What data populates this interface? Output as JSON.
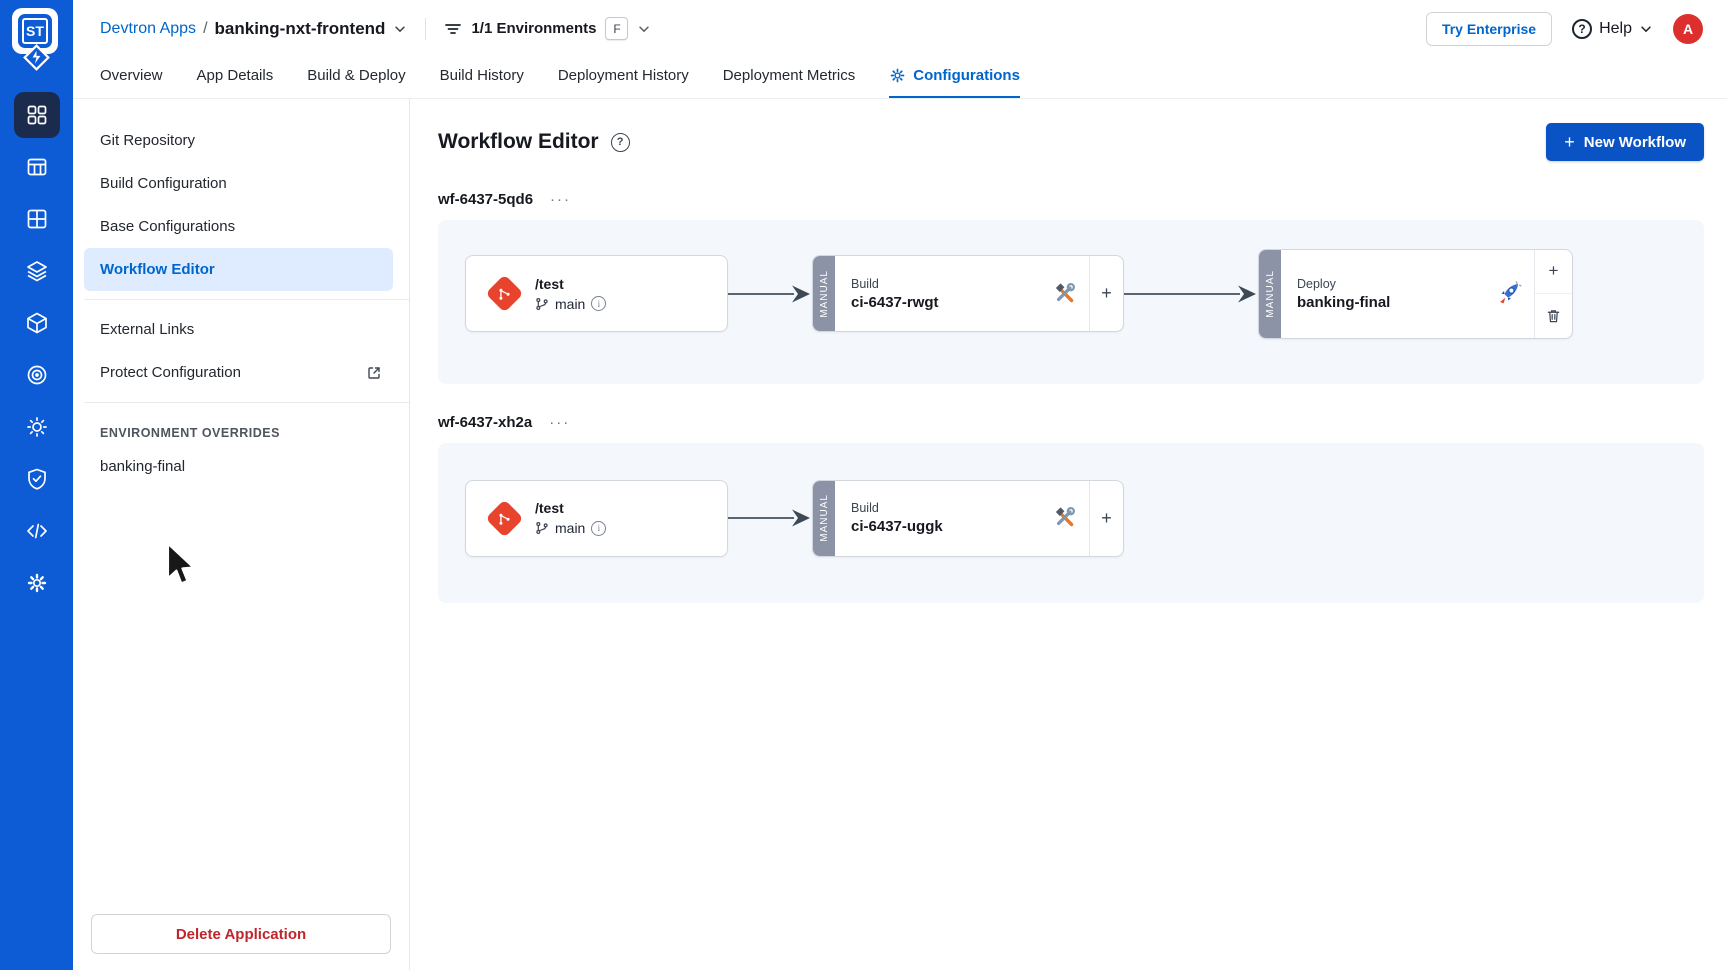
{
  "brand": {
    "logo_text": "ST"
  },
  "misc": {
    "question_glyph": "?"
  },
  "header": {
    "breadcrumb_root": "Devtron Apps",
    "breadcrumb_separator": "/",
    "app_name": "banking-nxt-frontend",
    "environments_label": "1/1 Environments",
    "environments_badge": "F",
    "try_enterprise_label": "Try Enterprise",
    "help_label": "Help",
    "avatar_initial": "A"
  },
  "tabs": {
    "items": [
      {
        "label": "Overview",
        "active": false
      },
      {
        "label": "App Details",
        "active": false
      },
      {
        "label": "Build & Deploy",
        "active": false
      },
      {
        "label": "Build History",
        "active": false
      },
      {
        "label": "Deployment History",
        "active": false
      },
      {
        "label": "Deployment Metrics",
        "active": false
      },
      {
        "label": "Configurations",
        "active": true
      }
    ]
  },
  "sidebar_icons": [
    "apps-grid",
    "jobs-table",
    "application-groups",
    "charts-stack",
    "packages-cube",
    "resource-browser",
    "global-config",
    "security-shield",
    "api-code",
    "settings-gear"
  ],
  "config_nav": {
    "items": [
      {
        "label": "Git Repository",
        "active": false
      },
      {
        "label": "Build Configuration",
        "active": false
      },
      {
        "label": "Base Configurations",
        "active": false
      },
      {
        "label": "Workflow Editor",
        "active": true
      }
    ],
    "links": [
      {
        "label": "External Links",
        "external": false
      },
      {
        "label": "Protect Configuration",
        "external": true
      }
    ],
    "overrides_header": "ENVIRONMENT OVERRIDES",
    "overrides": [
      {
        "label": "banking-final"
      }
    ],
    "delete_button_label": "Delete Application"
  },
  "main": {
    "title": "Workflow Editor",
    "new_workflow_plus": "+",
    "new_workflow_label": "New Workflow",
    "workflows": [
      {
        "name": "wf-6437-5qd6",
        "menu": "···",
        "git": {
          "repo": "/test",
          "branch": "main"
        },
        "build": {
          "trigger": "MANUAL",
          "type_label": "Build",
          "name": "ci-6437-rwgt",
          "add_label": "+"
        },
        "deploy": {
          "trigger": "MANUAL",
          "type_label": "Deploy",
          "name": "banking-final",
          "add_label": "+"
        }
      },
      {
        "name": "wf-6437-xh2a",
        "menu": "···",
        "git": {
          "repo": "/test",
          "branch": "main"
        },
        "build": {
          "trigger": "MANUAL",
          "type_label": "Build",
          "name": "ci-6437-uggk",
          "add_label": "+"
        }
      }
    ]
  },
  "colors": {
    "rail_blue": "#0d5cd6",
    "accent_blue": "#0066cc",
    "button_blue": "#0a53c4",
    "selected_bg": "#dfecff",
    "avatar_red": "#de2f2f",
    "git_red": "#e8432d",
    "delete_red": "#c0252c",
    "manual_strip": "#8d93a6",
    "workflow_box_bg": "#f4f8fc"
  }
}
